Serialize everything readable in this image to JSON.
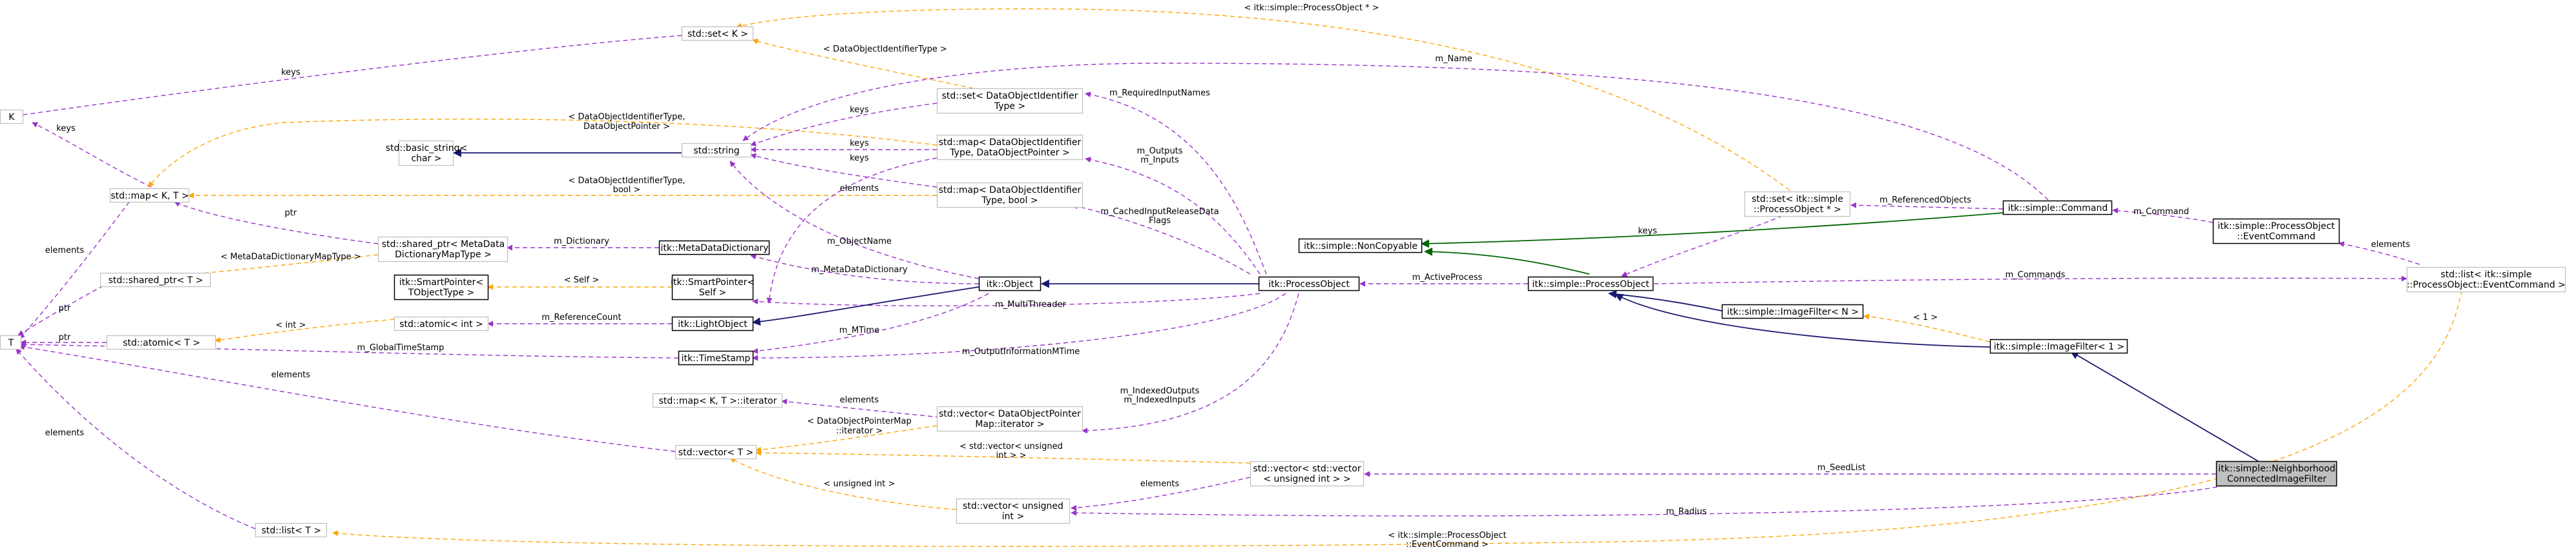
{
  "nodes": {
    "K": [
      "K"
    ],
    "set_K": [
      "std::set< K >"
    ],
    "map_KT": [
      "std::map< K, T >"
    ],
    "T": [
      "T"
    ],
    "shared_ptr_T": [
      "std::shared_ptr< T >"
    ],
    "atomic_T": [
      "std::atomic< T >"
    ],
    "basic_string": [
      "std::basic_string<",
      "char >"
    ],
    "string": [
      "std::string"
    ],
    "shared_ptr_mdd": [
      "std::shared_ptr< MetaData",
      "DictionaryMapType >"
    ],
    "metadata_dictionary": [
      "itk::MetaDataDictionary"
    ],
    "smartpointer_tobject": [
      "itk::SmartPointer<",
      "TObjectType >"
    ],
    "smartpointer_self": [
      "itk::SmartPointer<",
      "Self >"
    ],
    "atomic_int": [
      "std::atomic< int >"
    ],
    "light_object": [
      "itk::LightObject"
    ],
    "timestamp": [
      "itk::TimeStamp"
    ],
    "map_iterator": [
      "std::map< K, T >::iterator"
    ],
    "vector_T": [
      "std::vector< T >"
    ],
    "list_T": [
      "std::list< T >"
    ],
    "set_doid": [
      "std::set< DataObjectIdentifier",
      "Type >"
    ],
    "map_doid_ptr": [
      "std::map< DataObjectIdentifier",
      "Type, DataObjectPointer >"
    ],
    "map_doid_bool": [
      "std::map< DataObjectIdentifier",
      "Type, bool >"
    ],
    "vector_dop_iter": [
      "std::vector< DataObjectPointer",
      "Map::iterator >"
    ],
    "vector_vector_uint": [
      "std::vector< std::vector",
      "< unsigned int > >"
    ],
    "vector_uint": [
      "std::vector< unsigned",
      "int >"
    ],
    "itk_object": [
      "itk::Object"
    ],
    "process_object": [
      "itk::ProcessObject"
    ],
    "noncopyable": [
      "itk::simple::NonCopyable"
    ],
    "simple_process_object": [
      "itk::simple::ProcessObject"
    ],
    "set_simple_po": [
      "std::set< itk::simple",
      "::ProcessObject * >"
    ],
    "command": [
      "itk::simple::Command"
    ],
    "event_command": [
      "itk::simple::ProcessObject",
      "::EventCommand"
    ],
    "list_event_command": [
      "std::list< itk::simple",
      "::ProcessObject::EventCommand >"
    ],
    "image_filter_N": [
      "itk::simple::ImageFilter< N >"
    ],
    "image_filter_1": [
      "itk::simple::ImageFilter< 1 >"
    ],
    "neighborhood_filter": [
      "itk::simple::Neighborhood",
      "ConnectedImageFilter"
    ]
  },
  "edge_labels": {
    "set_K_keys": [
      "keys"
    ],
    "map_KT_keys": [
      "keys"
    ],
    "map_KT_elements": [
      "elements"
    ],
    "dataobjid_set": [
      "< DataObjectIdentifierType >"
    ],
    "simple_po_set": [
      "< itk::simple::ProcessObject * >"
    ],
    "shared_ptr_T_ptr": [
      "ptr"
    ],
    "atomic_T_ptr": [
      "ptr"
    ],
    "map_KT_ptr": [
      "ptr"
    ],
    "map_doid_ptr_args": [
      "< DataObjectIdentifierType,",
      "DataObjectPointer >"
    ],
    "map_doid_bool_args": [
      "< DataObjectIdentifierType,",
      "bool >"
    ],
    "metadata_map_type": [
      "< MetaDataDictionaryMapType >"
    ],
    "m_dictionary": [
      "m_Dictionary"
    ],
    "self_args": [
      "< Self >"
    ],
    "int_args": [
      "< int >"
    ],
    "m_reference_count": [
      "m_ReferenceCount"
    ],
    "m_global_timestamp": [
      "m_GlobalTimeStamp"
    ],
    "vector_T_elements": [
      "elements"
    ],
    "list_T_elements": [
      "elements"
    ],
    "set_doid_keys": [
      "keys"
    ],
    "map_doid_ptr_keys": [
      "keys"
    ],
    "map_doid_bool_keys": [
      "keys"
    ],
    "map_doid_ptr_elements": [
      "elements"
    ],
    "m_object_name": [
      "m_ObjectName"
    ],
    "m_metadata_dictionary": [
      "m_MetaDataDictionary"
    ],
    "m_multithreader": [
      "m_MultiThreader"
    ],
    "m_mtime": [
      "m_MTime"
    ],
    "m_output_information_mtime": [
      "m_OutputInformationMTime"
    ],
    "map_iterator_elements": [
      "elements"
    ],
    "dop_map_iterator": [
      "< DataObjectPointerMap",
      "::iterator >"
    ],
    "vector_uint_args": [
      "< std::vector< unsigned",
      "int > >"
    ],
    "unsigned_int_args": [
      "< unsigned int >"
    ],
    "vector_uint_elements": [
      "elements"
    ],
    "m_name": [
      "m_Name"
    ],
    "m_required_input_names": [
      "m_RequiredInputNames"
    ],
    "m_outputs_inputs": [
      "m_Outputs",
      "m_Inputs"
    ],
    "m_cached_input_release": [
      "m_CachedInputReleaseData",
      "Flags"
    ],
    "m_indexed_outputs": [
      "m_IndexedOutputs",
      "m_IndexedInputs"
    ],
    "m_active_process": [
      "m_ActiveProcess"
    ],
    "set_simple_po_keys": [
      "keys"
    ],
    "m_referenced_objects": [
      "m_ReferencedObjects"
    ],
    "m_command": [
      "m_Command"
    ],
    "list_event_elements": [
      "elements"
    ],
    "m_commands": [
      "m_Commands"
    ],
    "one_args": [
      "< 1 >"
    ],
    "m_seed_list": [
      "m_SeedList"
    ],
    "m_radius": [
      "m_Radius"
    ],
    "event_command_list_args": [
      "< itk::simple::ProcessObject",
      "::EventCommand >"
    ]
  },
  "colors": {
    "usage_edge": "#9a32cd",
    "template_edge": "#ffa500",
    "inheritance_edge": "#191970",
    "public_inheritance_edge": "#006400",
    "gray_node_border": "#bfbfbf",
    "focus_node_fill": "#bfbfbf"
  }
}
